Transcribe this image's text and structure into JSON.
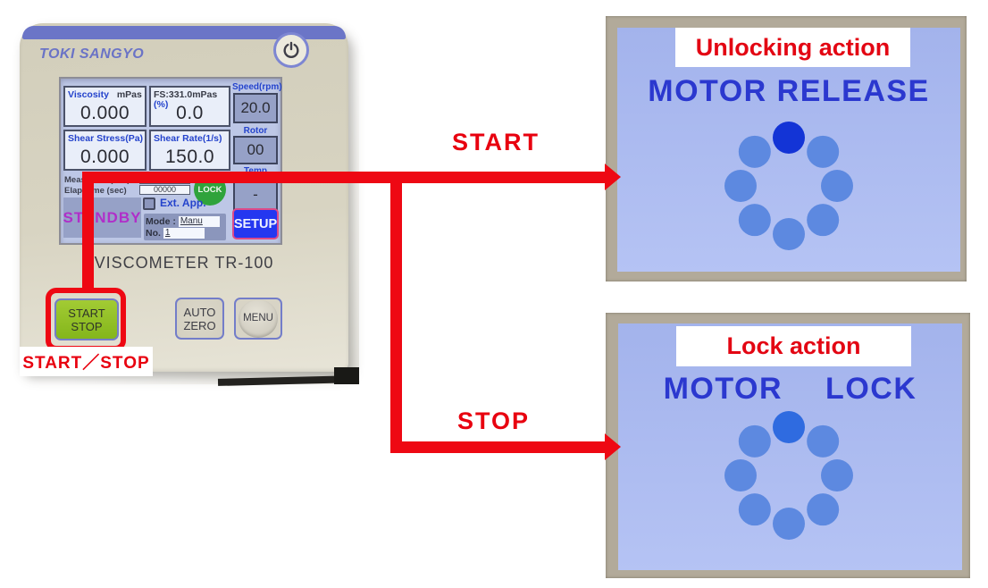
{
  "device": {
    "brand": "TOKI SANGYO",
    "model_label": "VISCOMETER  TR-100",
    "lcd": {
      "viscosity_label": "Viscosity",
      "viscosity_unit": "mPas",
      "viscosity_value": "0.000",
      "fs_label": "FS:331.0mPas",
      "fs_percent": "(%)",
      "fs_value": "0.0",
      "speed_label": "Speed(rpm)",
      "speed_value": "20.0",
      "rotor_label": "Rotor",
      "rotor_value": "00",
      "temp_label": "Temp",
      "temp_value": "-",
      "shear_stress_label": "Shear Stress(Pa)",
      "shear_stress_value": "0.000",
      "shear_rate_label": "Shear Rate(1/s)",
      "shear_rate_value": "150.0",
      "meas_time_label": "Meas. time (sec)",
      "meas_time_value": "00000",
      "elap_time_label": "Elap. time (sec)",
      "elap_time_value": "00000",
      "lock_badge": "LOCK",
      "ext_app_label": "Ext. App.",
      "status": "STANDBY",
      "mode_label": "Mode :",
      "mode_value": "Manu",
      "no_label": "No.",
      "no_value": "1",
      "setup_button": "SETUP"
    },
    "buttons": {
      "start_stop_line1": "START",
      "start_stop_line2": "STOP",
      "auto_zero_line1": "AUTO",
      "auto_zero_line2": "ZERO",
      "menu": "MENU"
    },
    "callout": "START／STOP"
  },
  "flow": {
    "start_label": "START",
    "stop_label": "STOP"
  },
  "screens": {
    "release": {
      "banner": "Unlocking action",
      "title": "MOTOR RELEASE"
    },
    "lock": {
      "banner": "Lock action",
      "title_word1": "MOTOR",
      "title_word2": "LOCK"
    }
  },
  "colors": {
    "arrow_red": "#ee0813",
    "banner_text_red": "#e30613",
    "motor_text_blue": "#2b38cf",
    "screen_bg_blue": "#aab9f0",
    "spinner_dot_blue": "#5d89e0",
    "spinner_active_release": "#1334d6",
    "spinner_active_lock": "#2f6be0",
    "device_body_cream": "#d7d3c1",
    "device_band_blue": "#6b75c7",
    "lcd_bg": "#bdc7e6",
    "setup_button_blue": "#2437f0",
    "start_stop_green": "#8cbc25",
    "lock_badge_green": "#2fa33b",
    "standby_magenta": "#b02fc9"
  }
}
